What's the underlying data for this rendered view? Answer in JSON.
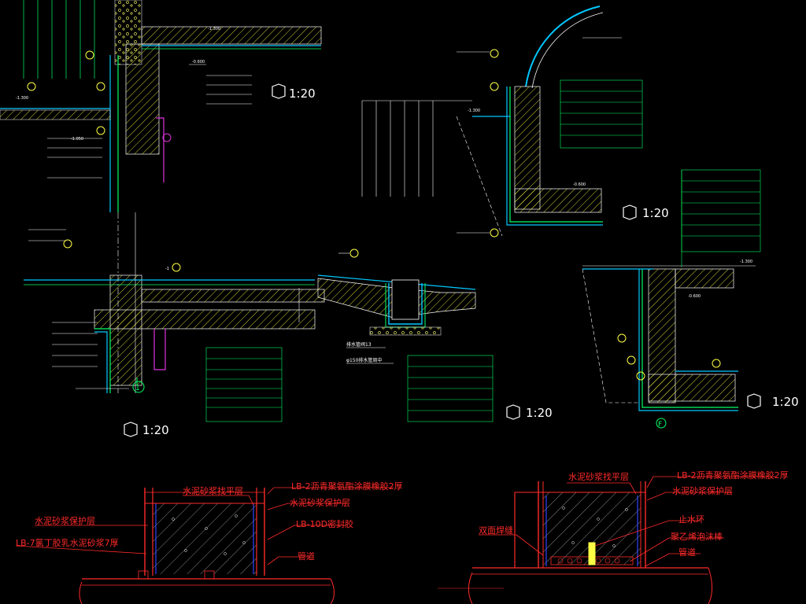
{
  "scales": [
    "1:20",
    "1:20",
    "1:20",
    "1:20",
    "1:20"
  ],
  "axis_markers": [
    "1",
    "F"
  ],
  "elevations": [
    "-1.300",
    "-0.600",
    "-1.050",
    "-1.300",
    "-0.600",
    "-1.300",
    "-0.600",
    "-1.300",
    "-0.600"
  ],
  "labels": {
    "pipe_detail_left": {
      "top_layer": "水泥砂浆找平层",
      "coating": "LB-2沥青聚氨酯涂膜橡胶2厚",
      "protect_right": "水泥砂浆保护层",
      "protect_left": "水泥砂浆保护层",
      "waterproof_mortar": "LB-7氯丁胶乳水泥砂浆7厚",
      "seal": "LB-10D密封胶",
      "pipe": "管道"
    },
    "pipe_detail_right": {
      "top_layer": "水泥砂浆找平层",
      "coating": "LB-2沥青聚氨酯涂膜橡胶2厚",
      "protect": "水泥砂浆保护层",
      "water_ring": "止水环",
      "welding": "双面焊缝",
      "foam": "聚乙烯泡沫棒",
      "pipe": "管道"
    },
    "drain": [
      "排水管阀13",
      "φ150排水管周中"
    ]
  }
}
